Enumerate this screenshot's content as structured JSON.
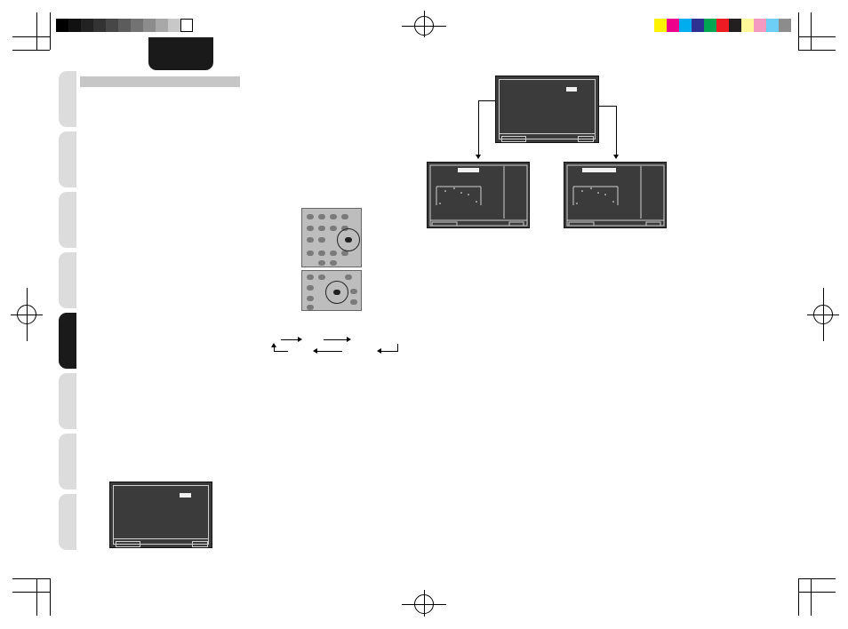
{
  "colors": {
    "grayscale_bar": [
      "#000000",
      "#111111",
      "#222222",
      "#333333",
      "#474747",
      "#5c5c5c",
      "#737373",
      "#8c8c8c",
      "#a8a8a8",
      "#c8c8c8",
      "#ffffff"
    ],
    "process_bar": [
      "#fff200",
      "#ec008c",
      "#00aeef",
      "#2e3192",
      "#00a651",
      "#ed1c24",
      "#231f20",
      "#fff799",
      "#f49ac1",
      "#6dcff6",
      "#8c8c8c"
    ],
    "tab_inactive": "#dcdcdc",
    "tab_active": "#1a1a1a",
    "osd_background": "#3b3b3b"
  },
  "icons": {
    "registration_mark": "registration-crosshair-icon",
    "remote_photo": "remote-control-icon"
  },
  "side_tabs": {
    "count": 8,
    "active_index": 4
  },
  "osd_screens": [
    "osd-main-small",
    "osd-main-top",
    "osd-graph-left",
    "osd-graph-right"
  ]
}
